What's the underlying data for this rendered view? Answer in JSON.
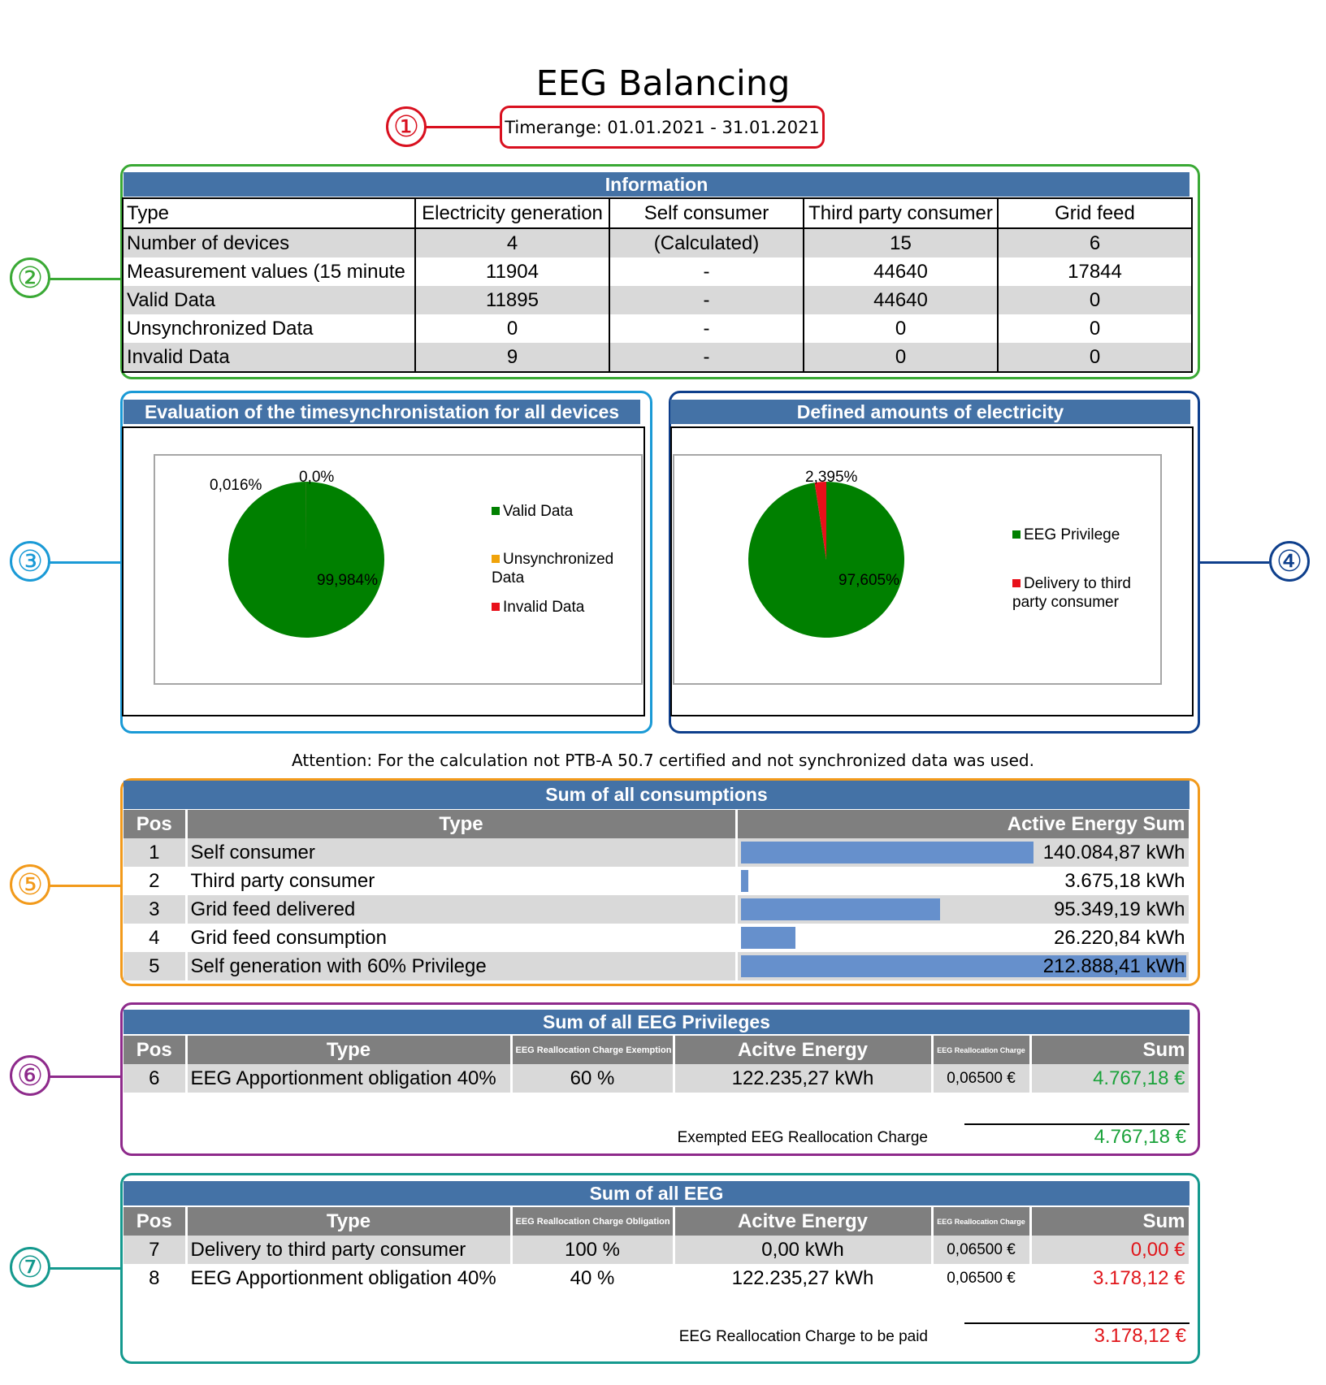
{
  "title": "EEG Balancing",
  "timerange": "Timerange: 01.01.2021 - 31.01.2021",
  "markers": [
    "①",
    "②",
    "③",
    "④",
    "⑤",
    "⑥",
    "⑦"
  ],
  "information": {
    "header": "Information",
    "columns": [
      "Type",
      "Electricity generation",
      "Self consumer",
      "Third party consumer",
      "Grid feed"
    ],
    "rows": [
      [
        "Number of devices",
        "4",
        "(Calculated)",
        "15",
        "6"
      ],
      [
        "Measurement values (15 minute",
        "11904",
        "-",
        "44640",
        "17844"
      ],
      [
        "Valid Data",
        "11895",
        "-",
        "44640",
        "0"
      ],
      [
        "Unsynchronized Data",
        "0",
        "-",
        "0",
        "0"
      ],
      [
        "Invalid Data",
        "9",
        "-",
        "0",
        "0"
      ]
    ]
  },
  "sync_chart": {
    "header": "Evaluation of the timesynchronistation for all devices",
    "labels": [
      "99,984%",
      "0,016%",
      "0,0%"
    ],
    "legend": [
      "Valid Data",
      "Unsynchronized Data",
      "Invalid Data"
    ]
  },
  "amount_chart": {
    "header": "Defined amounts of electricity",
    "labels": [
      "97,605%",
      "2,395%"
    ],
    "legend": [
      "EEG Privilege",
      "Delivery to third party consumer"
    ]
  },
  "chart_data": [
    {
      "type": "pie",
      "categories": [
        "Valid Data",
        "Unsynchronized Data",
        "Invalid Data"
      ],
      "values": [
        99.984,
        0.0,
        0.016
      ],
      "colors": [
        "#008000",
        "#f0a30a",
        "#e8101a"
      ],
      "legend": "right"
    },
    {
      "type": "pie",
      "categories": [
        "EEG Privilege",
        "Delivery to third party consumer"
      ],
      "values": [
        97.605,
        2.395
      ],
      "colors": [
        "#008000",
        "#e8101a"
      ],
      "legend": "right"
    }
  ],
  "attention": "Attention: For the calculation not PTB-A 50.7 certified and not synchronized data was used.",
  "consumptions": {
    "header": "Sum of all consumptions",
    "columns": [
      "Pos",
      "Type",
      "Active Energy Sum"
    ],
    "rows": [
      {
        "pos": "1",
        "type": "Self consumer",
        "value": "140.084,87 kWh",
        "amount": 140084.87
      },
      {
        "pos": "2",
        "type": "Third party consumer",
        "value": "3.675,18 kWh",
        "amount": 3675.18
      },
      {
        "pos": "3",
        "type": "Grid feed delivered",
        "value": "95.349,19 kWh",
        "amount": 95349.19
      },
      {
        "pos": "4",
        "type": "Grid feed consumption",
        "value": "26.220,84 kWh",
        "amount": 26220.84
      },
      {
        "pos": "5",
        "type": "Self generation with 60% Privilege",
        "value": "212.888,41 kWh",
        "amount": 212888.41
      }
    ]
  },
  "privileges": {
    "header": "Sum of all EEG Privileges",
    "columns": [
      "Pos",
      "Type",
      "EEG Reallocation Charge Exemption",
      "Acitve Energy",
      "EEG Reallocation Charge",
      "Sum"
    ],
    "rows": [
      [
        "6",
        "EEG Apportionment obligation 40%",
        "60 %",
        "122.235,27 kWh",
        "0,06500 €",
        "4.767,18 €"
      ]
    ],
    "footer_label": "Exempted EEG Reallocation Charge",
    "footer_value": "4.767,18 €"
  },
  "eeg": {
    "header": "Sum of all EEG",
    "columns": [
      "Pos",
      "Type",
      "EEG Reallocation Charge Obligation",
      "Acitve Energy",
      "EEG Reallocation Charge",
      "Sum"
    ],
    "rows": [
      [
        "7",
        "Delivery to third party consumer",
        "100 %",
        "0,00 kWh",
        "0,06500 €",
        "0,00 €"
      ],
      [
        "8",
        "EEG Apportionment obligation 40%",
        "40 %",
        "122.235,27 kWh",
        "0,06500 €",
        "3.178,12 €"
      ]
    ],
    "footer_label": "EEG Reallocation Charge to be paid",
    "footer_value": "3.178,12 €"
  },
  "colors": {
    "marker1": "#d9101f",
    "marker2": "#3aa935",
    "marker3": "#1a9ad6",
    "marker4": "#0e3f8c",
    "marker5": "#f29a1b",
    "marker6": "#8e2a8b",
    "marker7": "#14998e",
    "header": "#4472a6",
    "bar": "#6690cc"
  }
}
